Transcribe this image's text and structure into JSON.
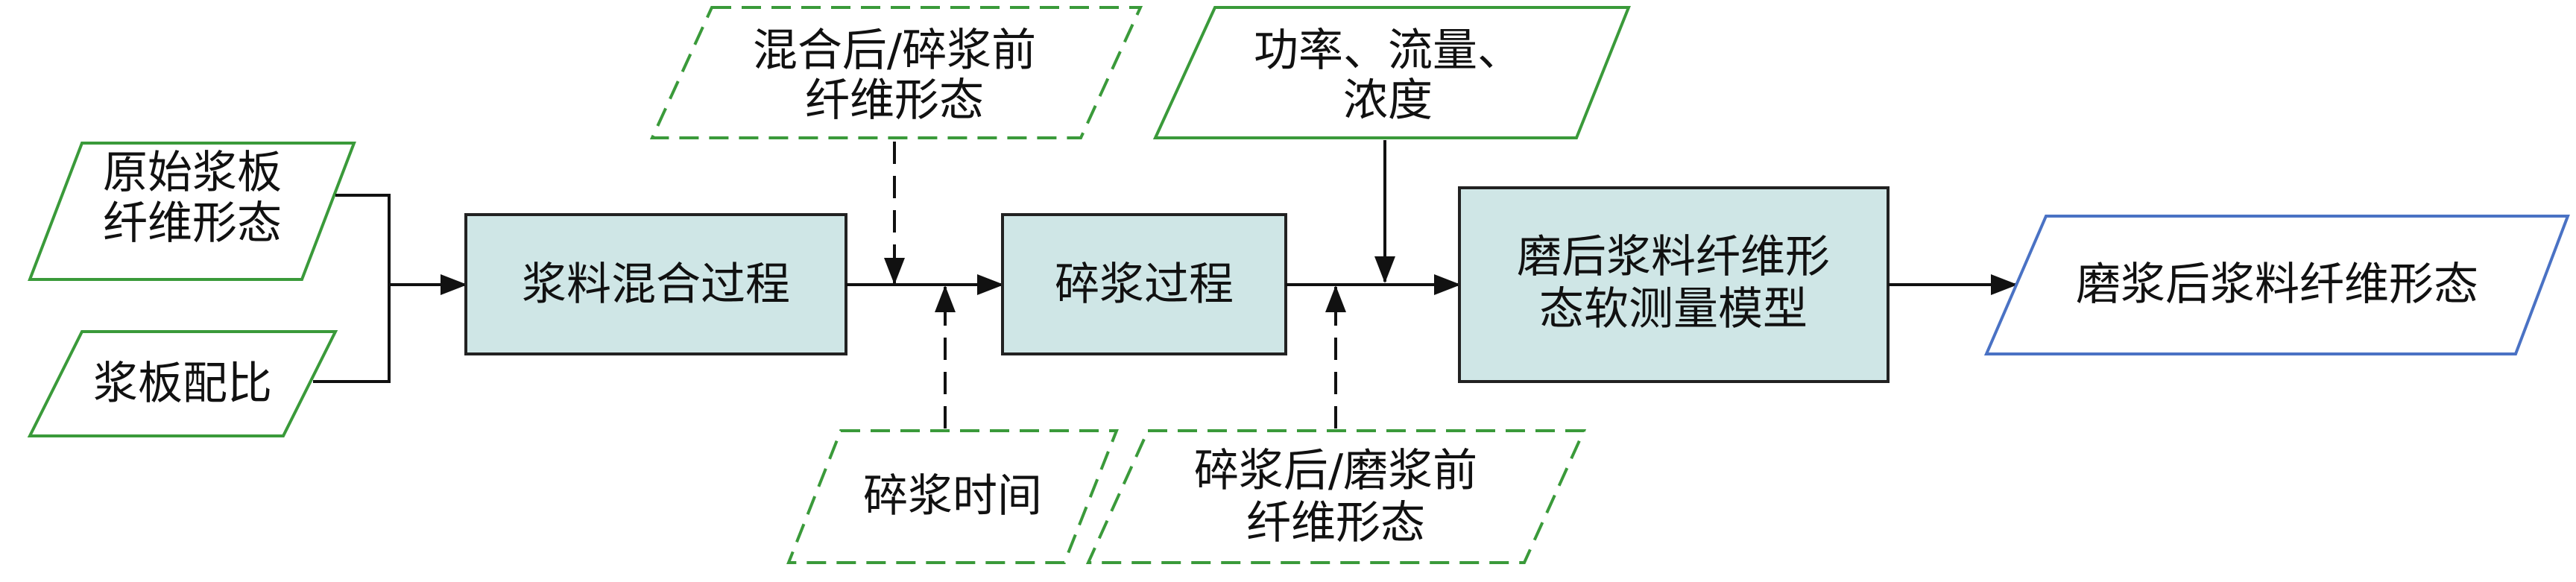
{
  "colors": {
    "process_fill": "#cfe6e6",
    "process_stroke": "#222222",
    "input_stroke": "#3a9a3a",
    "output_stroke": "#4a72c4",
    "connector": "#111111"
  },
  "nodes": {
    "raw_pulp_board": {
      "line1": "原始浆板",
      "line2": "纤维形态"
    },
    "pulp_ratio": {
      "label": "浆板配比"
    },
    "mixing_process": {
      "label": "浆料混合过程"
    },
    "after_mix_label": {
      "line1": "混合后/碎浆前",
      "line2": "纤维形态"
    },
    "pulping_process": {
      "label": "碎浆过程"
    },
    "pulping_time": {
      "label": "碎浆时间"
    },
    "after_pulp_label": {
      "line1": "碎浆后/磨浆前",
      "line2": "纤维形态"
    },
    "power_flow": {
      "line1": "功率、流量、",
      "line2": "浓度"
    },
    "soft_model": {
      "line1": "磨后浆料纤维形",
      "line2": "态软测量模型"
    },
    "output": {
      "label": "磨浆后浆料纤维形态"
    }
  }
}
